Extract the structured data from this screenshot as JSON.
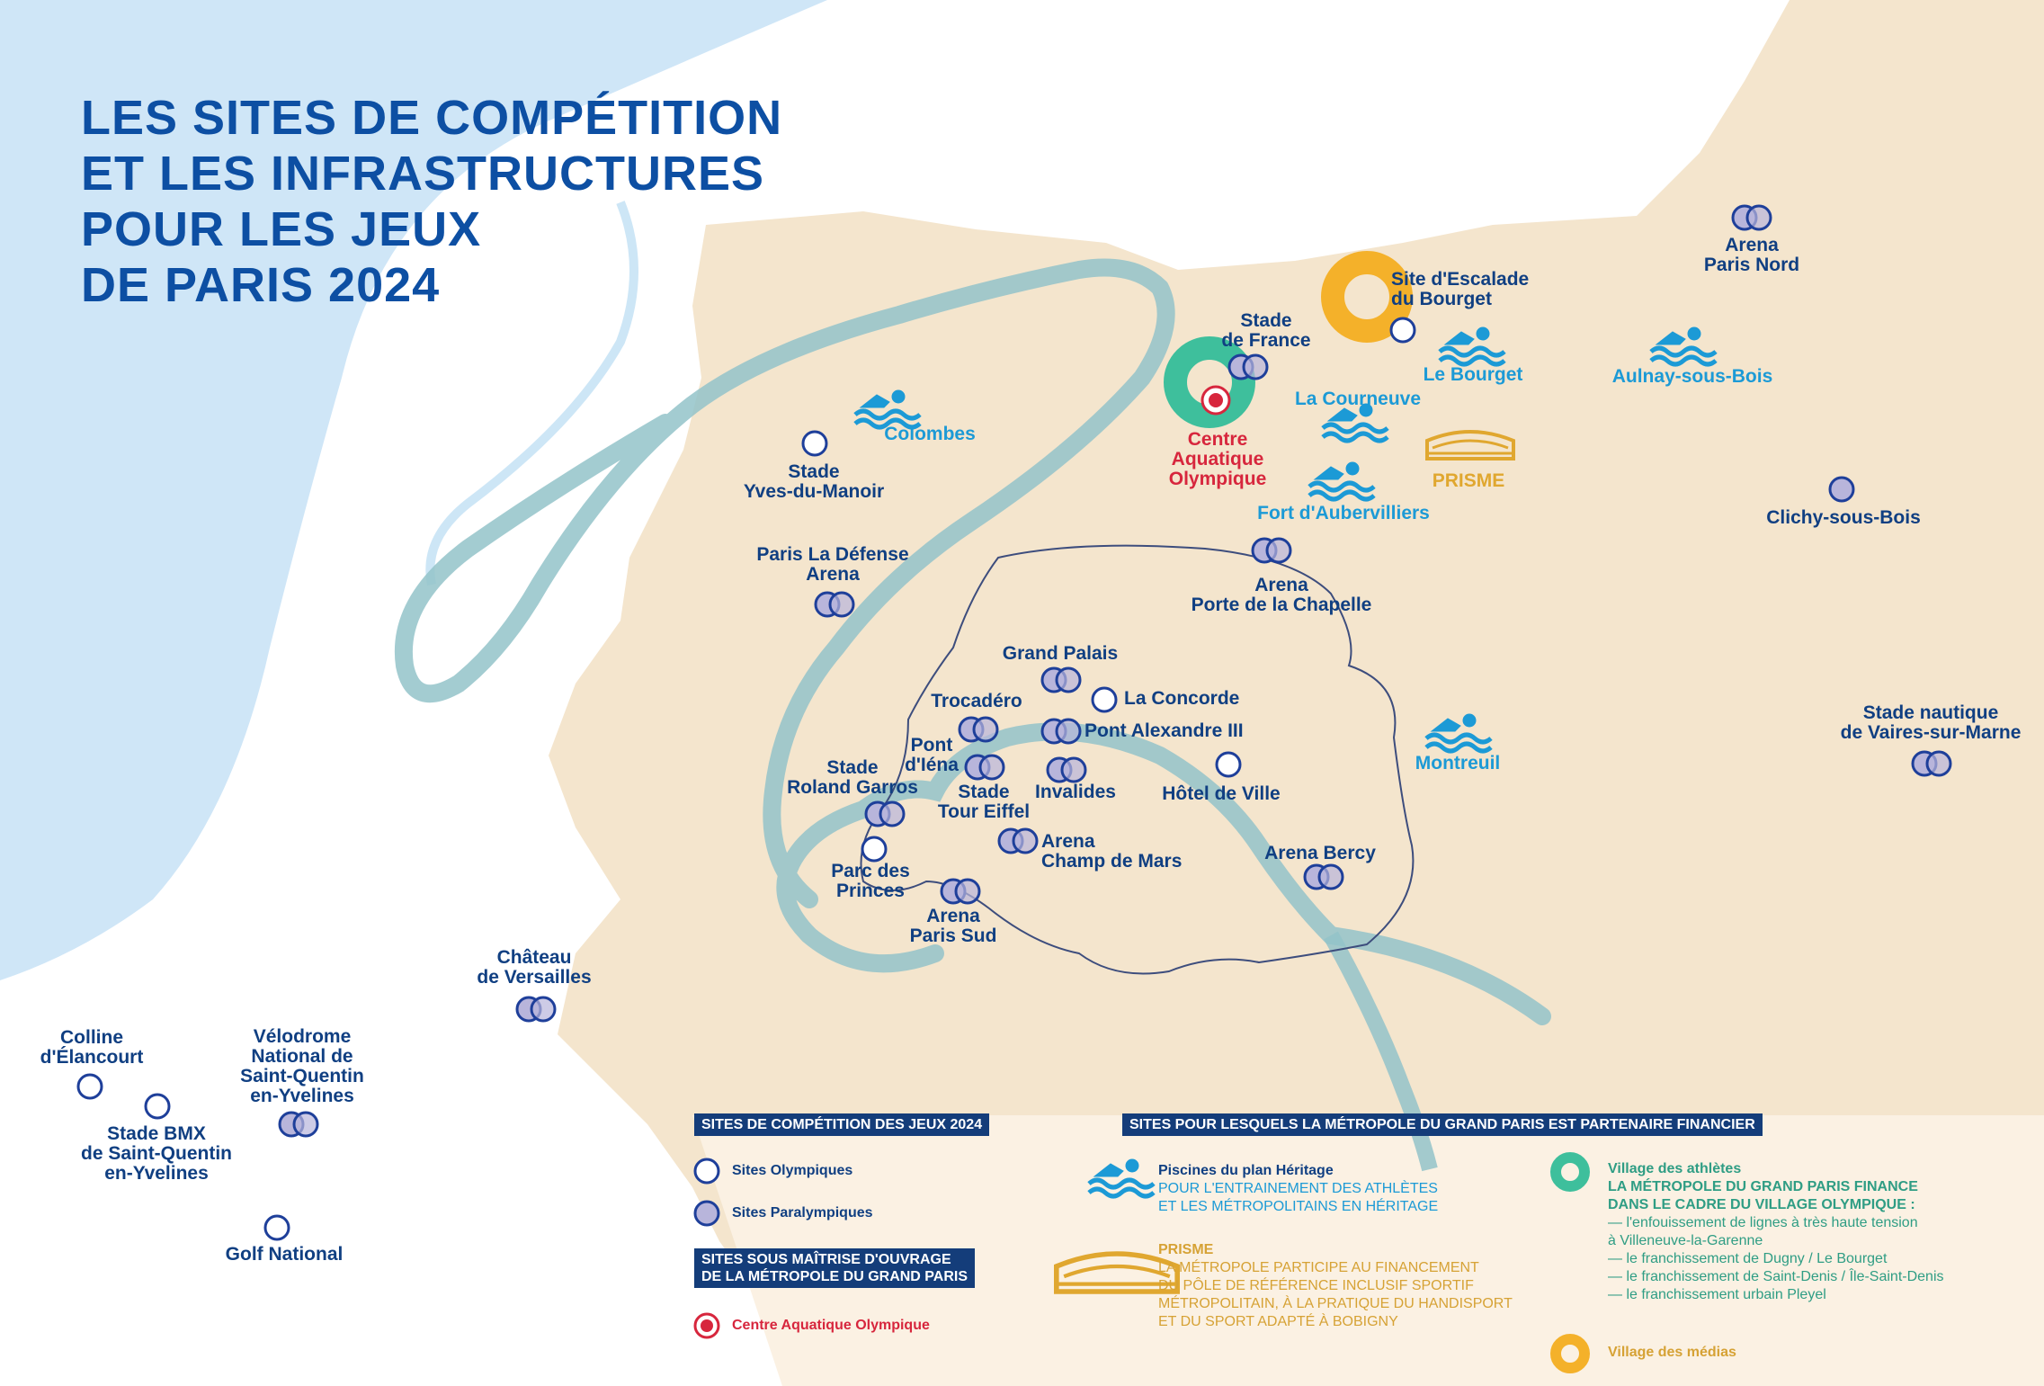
{
  "title": {
    "lines": [
      "LES SITES DE COMPÉTITION",
      "ET LES INFRASTRUCTURES",
      "POUR LES JEUX",
      "DE PARIS 2024"
    ]
  },
  "colors": {
    "title": "#0d4fa3",
    "land": "#f4e5cd",
    "sea": "#cfe6f7",
    "river": "#93c3c9",
    "olympic": "#1e3f9a",
    "paralympic_fill": "#b8b5db",
    "pool": "#1c9ad6",
    "aquatic_centre": "#d7263d",
    "athletes_village": "#3ebf9c",
    "media_village": "#f4b12a",
    "prisme": "#e0a72f",
    "legend_header": "#143d7a"
  },
  "sites": {
    "olympiques": [
      "Stade Yves-du-Manoir",
      "La Concorde",
      "Hôtel de Ville",
      "Parc des Princes",
      "Colline d'Élancourt",
      "Stade BMX de Saint-Quentin en-Yvelines",
      "Golf National",
      "Site d'Escalade du Bourget",
      "Arena Porte de la Chapelle"
    ],
    "labels": {
      "arena_paris_nord": [
        "Arena",
        "Paris Nord"
      ],
      "escalade": [
        "Site d'Escalade",
        "du Bourget"
      ],
      "stade_de_france": [
        "Stade",
        "de France"
      ],
      "le_bourget": "Le Bourget",
      "aulnay": "Aulnay-sous-Bois",
      "la_courneuve": "La Courneuve",
      "prisme": "PRISME",
      "centre_aquatique": [
        "Centre",
        "Aquatique",
        "Olympique"
      ],
      "colombes": "Colombes",
      "yves_du_manoir": [
        "Stade",
        "Yves-du-Manoir"
      ],
      "fort_aubervilliers": "Fort d'Aubervilliers",
      "clichy": "Clichy-sous-Bois",
      "la_defense": [
        "Paris La Défense",
        "Arena"
      ],
      "porte_chapelle": [
        "Arena",
        "Porte de la Chapelle"
      ],
      "grand_palais": "Grand Palais",
      "concorde": "La Concorde",
      "trocadero": "Trocadéro",
      "pont_alexandre": "Pont Alexandre III",
      "pont_iena": [
        "Pont",
        "d'Iéna"
      ],
      "montreuil": "Montreuil",
      "vaires": [
        "Stade nautique",
        "de Vaires-sur-Marne"
      ],
      "roland_garros": [
        "Stade",
        "Roland Garros"
      ],
      "tour_eiffel": [
        "Stade",
        "Tour Eiffel"
      ],
      "invalides": "Invalides",
      "hotel_de_ville": "Hôtel de Ville",
      "champ_de_mars": [
        "Arena",
        "Champ de Mars"
      ],
      "bercy": "Arena Bercy",
      "parc_princes": [
        "Parc des",
        "Princes"
      ],
      "paris_sud": [
        "Arena",
        "Paris Sud"
      ],
      "versailles": [
        "Château",
        "de Versailles"
      ],
      "elancourt": [
        "Colline",
        "d'Élancourt"
      ],
      "velodrome": [
        "Vélodrome",
        "National de",
        "Saint-Quentin",
        "en-Yvelines"
      ],
      "bmx": [
        "Stade BMX",
        "de Saint-Quentin",
        "en-Yvelines"
      ],
      "golf": "Golf National"
    }
  },
  "legend": {
    "competition_header": "SITES DE COMPÉTITION DES JEUX 2024",
    "olympic_sites": "Sites Olympiques",
    "paralympic_sites": "Sites Paralympiques",
    "maitrise_header": [
      "SITES SOUS MAÎTRISE D'OUVRAGE",
      "DE LA MÉTROPOLE DU GRAND PARIS"
    ],
    "aquatic_centre": "Centre Aquatique Olympique",
    "partner_header": "SITES POUR LESQUELS LA MÉTROPOLE DU GRAND PARIS EST PARTENAIRE FINANCIER",
    "pools_title": "Piscines du plan Héritage",
    "pools_desc": [
      "POUR L'ENTRAINEMENT DES ATHLÈTES",
      "ET LES MÉTROPOLITAINS EN HÉRITAGE"
    ],
    "prisme_title": "PRISME",
    "prisme_desc": [
      "LA MÉTROPOLE PARTICIPE AU FINANCEMENT",
      "DU PÔLE DE RÉFÉRENCE INCLUSIF SPORTIF",
      "MÉTROPOLITAIN, À LA PRATIQUE DU HANDISPORT",
      "ET DU SPORT ADAPTÉ À BOBIGNY"
    ],
    "village_title": "Village des athlètes",
    "village_desc": [
      "LA MÉTROPOLE DU GRAND PARIS FINANCE",
      "DANS LE CADRE DU VILLAGE OLYMPIQUE :",
      "— l'enfouissement de lignes à très haute tension",
      "à Villeneuve-la-Garenne",
      "— le franchissement de Dugny / Le Bourget",
      "— le franchissement de Saint-Denis / Île-Saint-Denis",
      "— le franchissement urbain Pleyel"
    ],
    "media_title": "Village des médias"
  }
}
